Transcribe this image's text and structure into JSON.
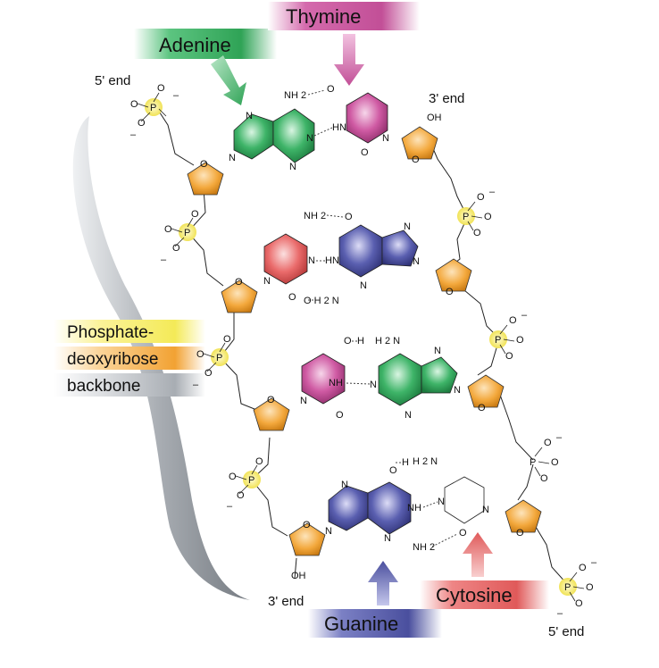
{
  "labels": {
    "adenine": "Adenine",
    "thymine": "Thymine",
    "guanine": "Guanine",
    "cytosine": "Cytosine"
  },
  "ends": {
    "top_left": "5' end",
    "top_right": "3' end",
    "bottom_left": "3' end",
    "bottom_right": "5' end"
  },
  "backbone": {
    "line1": "Phosphate-",
    "line2": "deoxyribose",
    "line3": "backbone"
  },
  "atoms": {
    "P": "P",
    "O": "O",
    "N": "N",
    "HN": "HN",
    "NH": "NH",
    "OH": "OH",
    "H": "H",
    "NH2": "NH 2",
    "H2N": "H 2 N",
    "H2": "H 2",
    "O_H2N": "O H 2 N",
    "minus": "–"
  },
  "colors": {
    "adenine": "#2fa356",
    "thymine": "#c24f97",
    "guanine": "#4a4f9e",
    "cytosine": "#e05a5a",
    "sugar": "#f2a233",
    "phosphate": "#f4ea58",
    "backbone_ribbon": "#9aa0a6"
  }
}
